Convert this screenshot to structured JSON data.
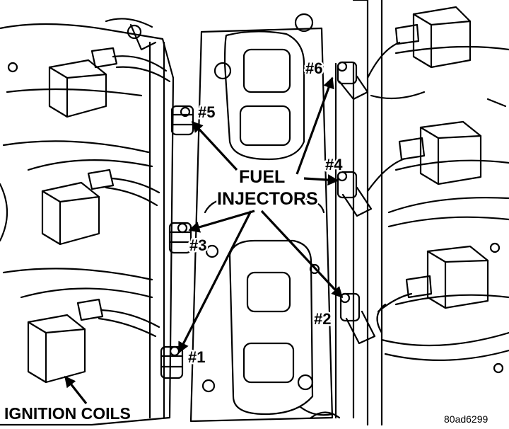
{
  "labels": {
    "injector_1": "#1",
    "injector_2": "#2",
    "injector_3": "#3",
    "injector_4": "#4",
    "injector_5": "#5",
    "injector_6": "#6",
    "fuel": "FUEL",
    "injectors": "INJECTORS",
    "ignition_coils": "IGNITION COILS",
    "figure_code": "80ad6299"
  },
  "colors": {
    "ink": "#000000",
    "paper": "#ffffff"
  }
}
